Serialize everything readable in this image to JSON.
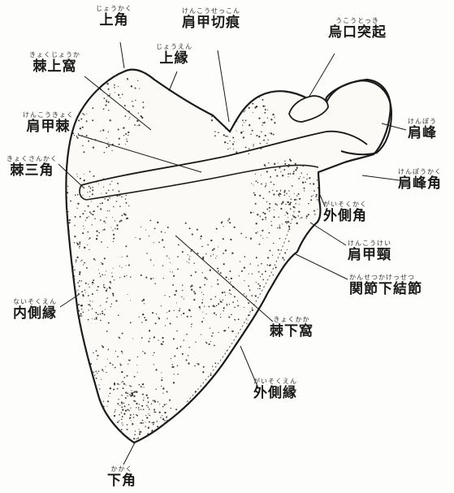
{
  "labels": {
    "superior_angle": {
      "ruby": "じょうかく",
      "text": "上角"
    },
    "scapular_notch": {
      "ruby": "けんこうせっこん",
      "text": "肩甲切痕"
    },
    "coracoid": {
      "ruby": "うこうとっき",
      "text": "烏口突起"
    },
    "superior_border": {
      "ruby": "じょうえん",
      "text": "上縁"
    },
    "supraspinous_fossa": {
      "ruby": "きょくじょうか",
      "text": "棘上窩"
    },
    "spine": {
      "ruby": "けんこうきょく",
      "text": "肩甲棘"
    },
    "acromion": {
      "ruby": "けんぽう",
      "text": "肩峰"
    },
    "spine_triangle": {
      "ruby": "きょくさんかく",
      "text": "棘三角"
    },
    "acromial_angle": {
      "ruby": "けんぽうかく",
      "text": "肩峰角"
    },
    "lateral_angle": {
      "ruby": "がいそくかく",
      "text": "外側角"
    },
    "neck": {
      "ruby": "けんこうけい",
      "text": "肩甲頸"
    },
    "infraglenoid": {
      "ruby": "かんせつかけっせつ",
      "text": "関節下結節"
    },
    "medial_border": {
      "ruby": "ないそくえん",
      "text": "内側縁"
    },
    "infraspinous_fossa": {
      "ruby": "きょくかか",
      "text": "棘下窩"
    },
    "lateral_border": {
      "ruby": "がいそくえん",
      "text": "外側縁"
    },
    "inferior_angle": {
      "ruby": "かかく",
      "text": "下角"
    }
  },
  "colors": {
    "ink": "#1a1a1a",
    "bone": "#fbfaf6",
    "stipple": "#3a3a3a"
  }
}
